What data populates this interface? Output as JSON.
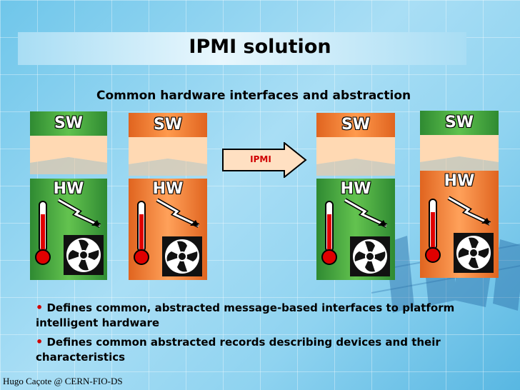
{
  "slide": {
    "title": "IPMI solution",
    "subtitle": "Common hardware interfaces and abstraction",
    "sw_label": "SW",
    "hw_label": "HW",
    "arrow_label": "IPMI",
    "bullets": [
      "Defines common, abstracted message-based interfaces to platform intelligent hardware",
      "Defines common abstracted records describing devices and their characteristics"
    ],
    "bullet_marker": "•",
    "footer": "Hugo Caçote @ CERN-FIO-DS"
  },
  "colors": {
    "green": "#4caf3f",
    "orange": "#ff8a3d",
    "accent_red": "#d00000",
    "background": "#8fd3f0"
  },
  "icons": [
    "thermometer-icon",
    "lightning-icon",
    "fan-icon",
    "right-arrow-icon"
  ]
}
